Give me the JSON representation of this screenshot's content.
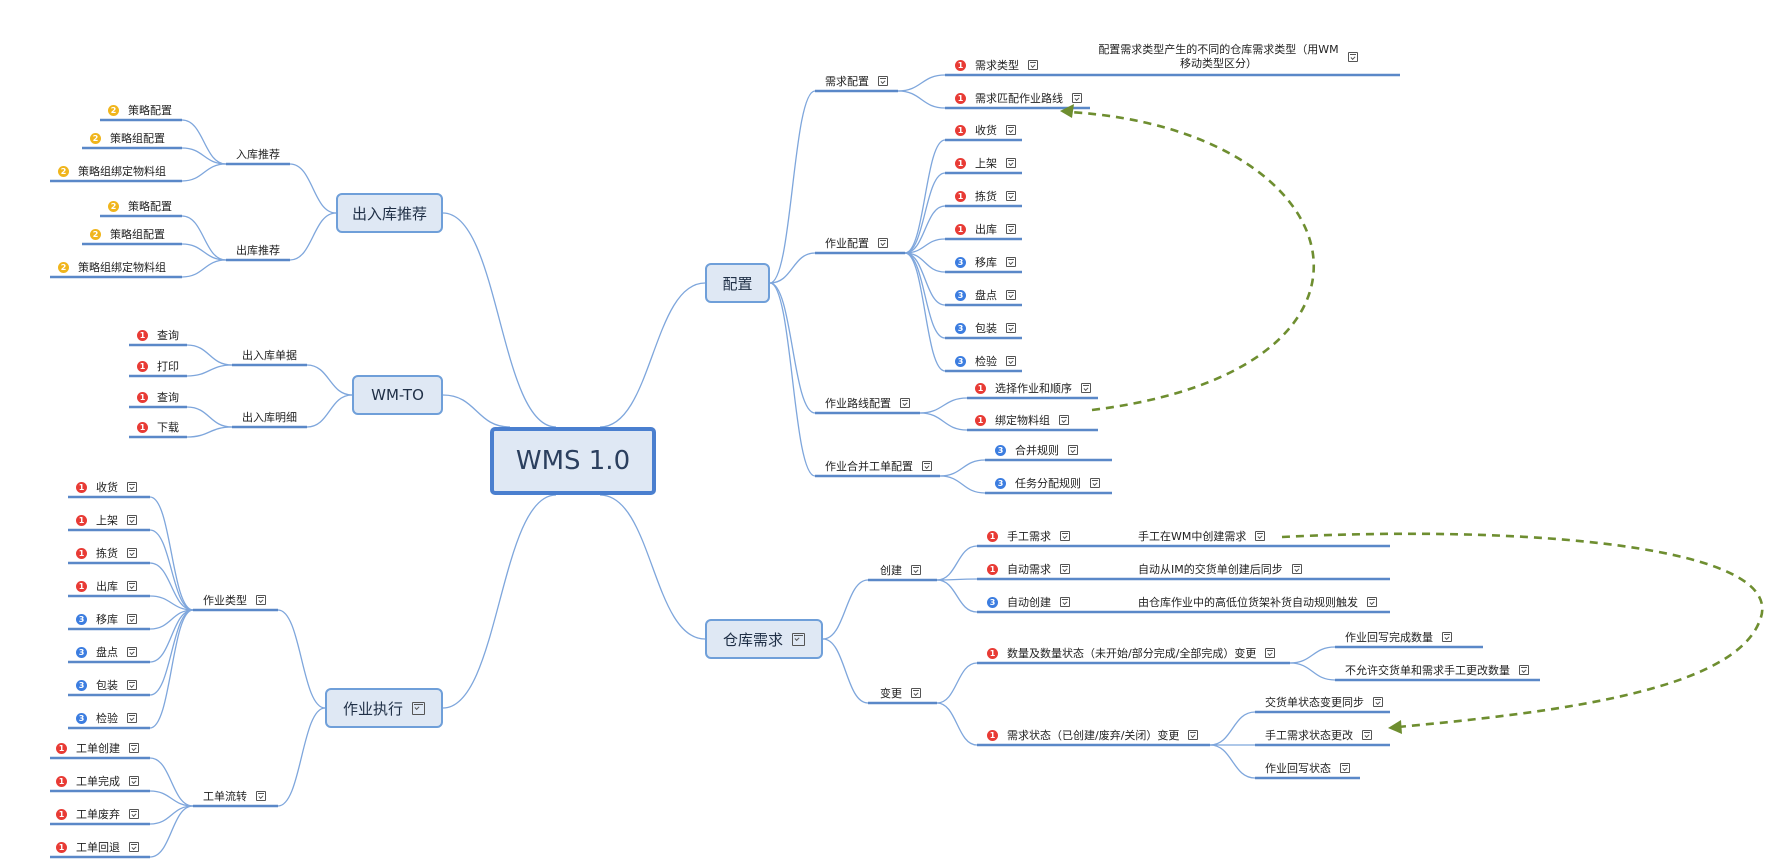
{
  "root": {
    "label": "WMS 1.0"
  },
  "colors": {
    "line": "#7ea6dc",
    "underline": "#5a88c8",
    "arrow": "#6e8e30",
    "priority1": "#e83b35",
    "priority2": "#f0b51c",
    "priority3": "#3c7de0"
  },
  "icons": {
    "task": "task-icon",
    "priority": "priority-badge"
  },
  "branches": {
    "inout": {
      "label": "出入库推荐",
      "inbound": {
        "label": "入库推荐",
        "items": [
          {
            "p": "2",
            "label": "策略配置"
          },
          {
            "p": "2",
            "label": "策略组配置"
          },
          {
            "p": "2",
            "label": "策略组绑定物料组"
          }
        ]
      },
      "outbound": {
        "label": "出库推荐",
        "items": [
          {
            "p": "2",
            "label": "策略配置"
          },
          {
            "p": "2",
            "label": "策略组配置"
          },
          {
            "p": "2",
            "label": "策略组绑定物料组"
          }
        ]
      }
    },
    "wmto": {
      "label": "WM-TO",
      "docs": {
        "label": "出入库单据",
        "items": [
          {
            "p": "1",
            "label": "查询"
          },
          {
            "p": "1",
            "label": "打印"
          }
        ]
      },
      "details": {
        "label": "出入库明细",
        "items": [
          {
            "p": "1",
            "label": "查询"
          },
          {
            "p": "1",
            "label": "下载"
          }
        ]
      }
    },
    "exec": {
      "label": "作业执行",
      "types": {
        "label": "作业类型",
        "items": [
          {
            "p": "1",
            "label": "收货"
          },
          {
            "p": "1",
            "label": "上架"
          },
          {
            "p": "1",
            "label": "拣货"
          },
          {
            "p": "1",
            "label": "出库"
          },
          {
            "p": "3",
            "label": "移库"
          },
          {
            "p": "3",
            "label": "盘点"
          },
          {
            "p": "3",
            "label": "包装"
          },
          {
            "p": "3",
            "label": "检验"
          }
        ]
      },
      "flow": {
        "label": "工单流转",
        "items": [
          {
            "p": "1",
            "label": "工单创建"
          },
          {
            "p": "1",
            "label": "工单完成"
          },
          {
            "p": "1",
            "label": "工单废弃"
          },
          {
            "p": "1",
            "label": "工单回退"
          }
        ]
      }
    },
    "config": {
      "label": "配置",
      "demand": {
        "label": "需求配置",
        "items": [
          {
            "p": "1",
            "label": "需求类型",
            "note": "配置需求类型产生的不同的仓库需求类型（用WM移动类型区分）"
          },
          {
            "p": "1",
            "label": "需求匹配作业路线"
          }
        ]
      },
      "ops": {
        "label": "作业配置",
        "items": [
          {
            "p": "1",
            "label": "收货"
          },
          {
            "p": "1",
            "label": "上架"
          },
          {
            "p": "1",
            "label": "拣货"
          },
          {
            "p": "1",
            "label": "出库"
          },
          {
            "p": "3",
            "label": "移库"
          },
          {
            "p": "3",
            "label": "盘点"
          },
          {
            "p": "3",
            "label": "包装"
          },
          {
            "p": "3",
            "label": "检验"
          }
        ]
      },
      "route": {
        "label": "作业路线配置",
        "items": [
          {
            "p": "1",
            "label": "选择作业和顺序"
          },
          {
            "p": "1",
            "label": "绑定物料组"
          }
        ]
      },
      "merge": {
        "label": "作业合并工单配置",
        "items": [
          {
            "p": "3",
            "label": "合并规则"
          },
          {
            "p": "3",
            "label": "任务分配规则"
          }
        ]
      }
    },
    "demand": {
      "label": "仓库需求",
      "create": {
        "label": "创建",
        "items": [
          {
            "p": "1",
            "label": "手工需求",
            "note": "手工在WM中创建需求"
          },
          {
            "p": "1",
            "label": "自动需求",
            "note": "自动从IM的交货单创建后同步"
          },
          {
            "p": "3",
            "label": "自动创建",
            "note": "由仓库作业中的高低位货架补货自动规则触发"
          }
        ]
      },
      "change": {
        "label": "变更",
        "qty": {
          "p": "1",
          "label": "数量及数量状态（未开始/部分完成/全部完成）变更",
          "items": [
            "作业回写完成数量",
            "不允许交货单和需求手工更改数量"
          ]
        },
        "status": {
          "p": "1",
          "label": "需求状态（已创建/废弃/关闭）变更",
          "items": [
            "交货单状态变更同步",
            "手工需求状态更改",
            "作业回写状态"
          ]
        }
      }
    }
  }
}
